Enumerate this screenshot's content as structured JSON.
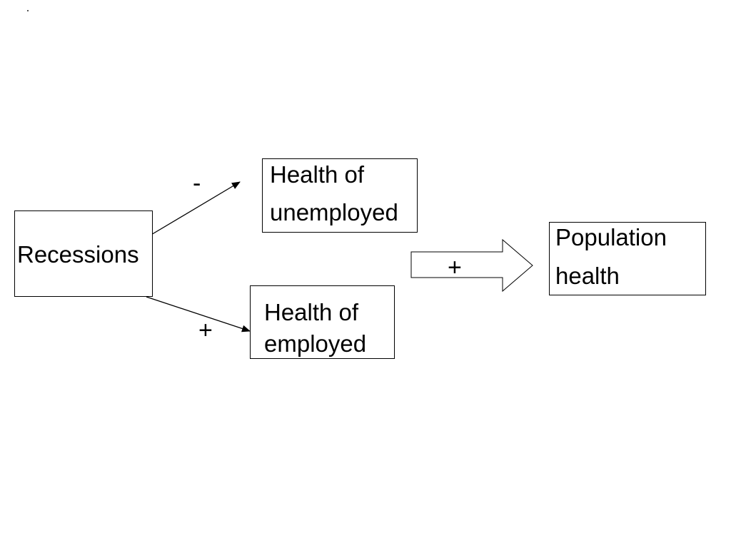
{
  "nodes": {
    "recessions": {
      "label": "Recessions"
    },
    "unemployed": {
      "line1": "Health of",
      "line2": "unemployed"
    },
    "employed": {
      "line1": "Health of",
      "line2": "employed"
    },
    "population": {
      "line1": "Population",
      "line2": "health"
    }
  },
  "edges": {
    "to_unemployed_sign": "-",
    "to_employed_sign": "+",
    "to_population_sign": "+"
  },
  "colors": {
    "stroke": "#000000",
    "background": "#ffffff"
  }
}
